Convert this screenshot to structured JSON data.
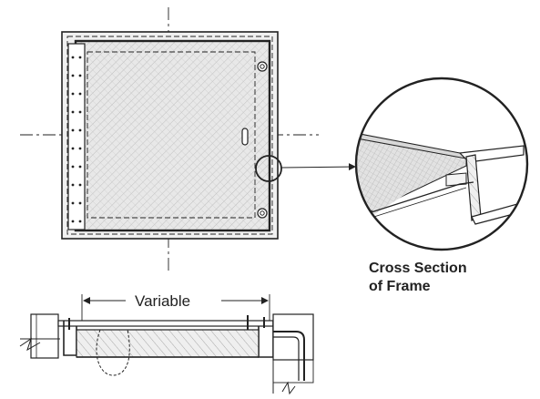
{
  "labels": {
    "dimension": "Variable",
    "caption_line1": "Cross Section",
    "caption_line2": "of Frame"
  },
  "colors": {
    "line": "#222222",
    "panel_fill": "#e6e6e6",
    "frame_fill": "#f0f0f0",
    "concrete_fill": "#ededed"
  }
}
